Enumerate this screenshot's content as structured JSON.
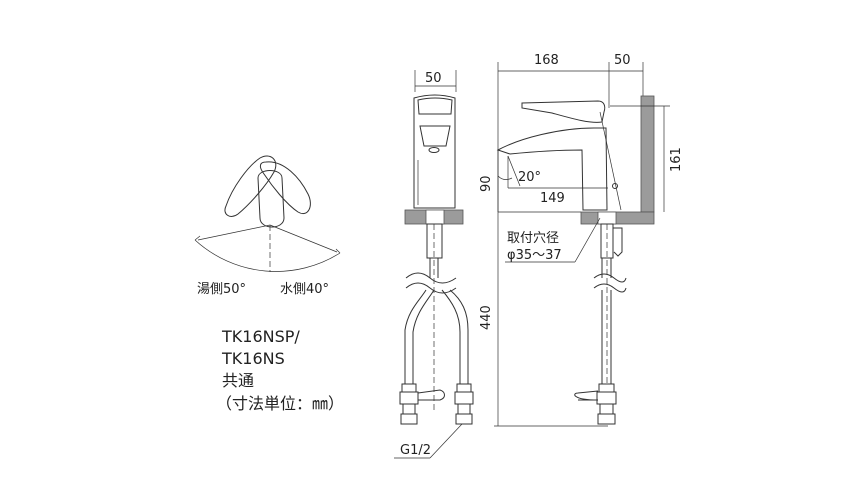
{
  "top_view": {
    "hot_angle_label": "湯側50°",
    "cold_angle_label": "水側40°"
  },
  "notes": {
    "model_line1": "TK16NSP/",
    "model_line2": "TK16NS",
    "common": "共通",
    "unit": "（寸法単位：㎜）"
  },
  "front_view": {
    "width_label": "50",
    "pipe_label": "G1/2"
  },
  "side_view": {
    "reach_label": "168",
    "top_width_label": "50",
    "total_height_label": "161",
    "spout_height_label": "90",
    "spout_angle_label": "20°",
    "spout_reach_label": "149",
    "hose_length_label": "440",
    "hole_title": "取付穴径",
    "hole_range": "φ35～37"
  }
}
